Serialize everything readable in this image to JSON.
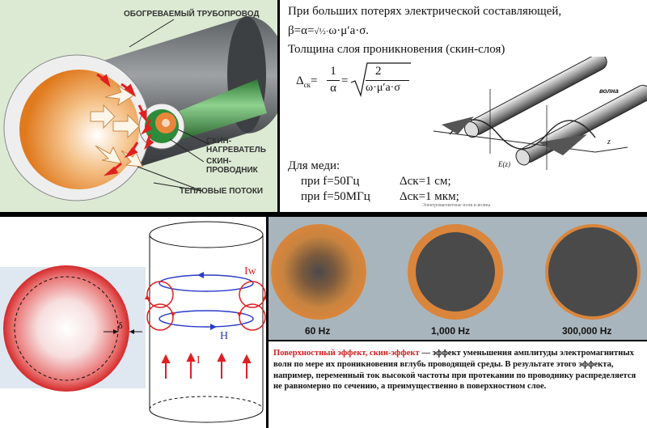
{
  "pipe_panel": {
    "title": "ОБОГРЕВАЕМЫЙ ТРУБОПРОВОД",
    "label_heater_1": "СКИН-",
    "label_heater_2": "НАГРЕВАТЕЛЬ",
    "label_conductor_1": "СКИН-",
    "label_conductor_2": "ПРОВОДНИК",
    "label_flows": "ТЕПЛОВЫЕ ПОТОКИ"
  },
  "formula_panel": {
    "line1": "При больших потерях электрической составляющей,",
    "beta_lhs": "β=α=",
    "beta_rhs": "ω·μ′a·σ.",
    "line2": "Толщина слоя проникновения (скин-слоя)",
    "delta_lhs": "Δ",
    "delta_sub": "ск",
    "delta_num1": "1",
    "delta_den1": "α",
    "delta_num2": "2",
    "delta_den2": "ω·μ′a·σ",
    "wave_label": "волна",
    "axis_label": "z",
    "e_label": "E(z)",
    "copper_title": "Для меди:",
    "row1_freq": "при f=50Гц",
    "row1_val": "Δск=1 см;",
    "row2_freq": "при f=50МГц",
    "row2_val": "Δск=1 мкм;",
    "source_note": "Электромагнитные поля и волны"
  },
  "field_panel": {
    "delta_symbol": "δ",
    "iw_label": "Iw",
    "h_label": "H",
    "i_label": "I"
  },
  "freq_panel": {
    "labels": [
      "60 Hz",
      "1,000 Hz",
      "300,000 Hz"
    ]
  },
  "definition": {
    "term": "Поверхностный эффект, скин-эффект",
    "text": " — эффект уменьшения амплитуды электромагнитных волн по мере их проникновения вглубь проводящей среды. В результате этого эффекта, например, переменный ток высокой частоты при протекании по проводнику распределяется не равномерно по сечению, а преимущественно в поверхностном слое."
  },
  "colors": {
    "heat_red": "#e02020",
    "field_blue": "#2b3cc9",
    "copper_orange": "#d9853b",
    "dark_core": "#4a4a4a"
  }
}
